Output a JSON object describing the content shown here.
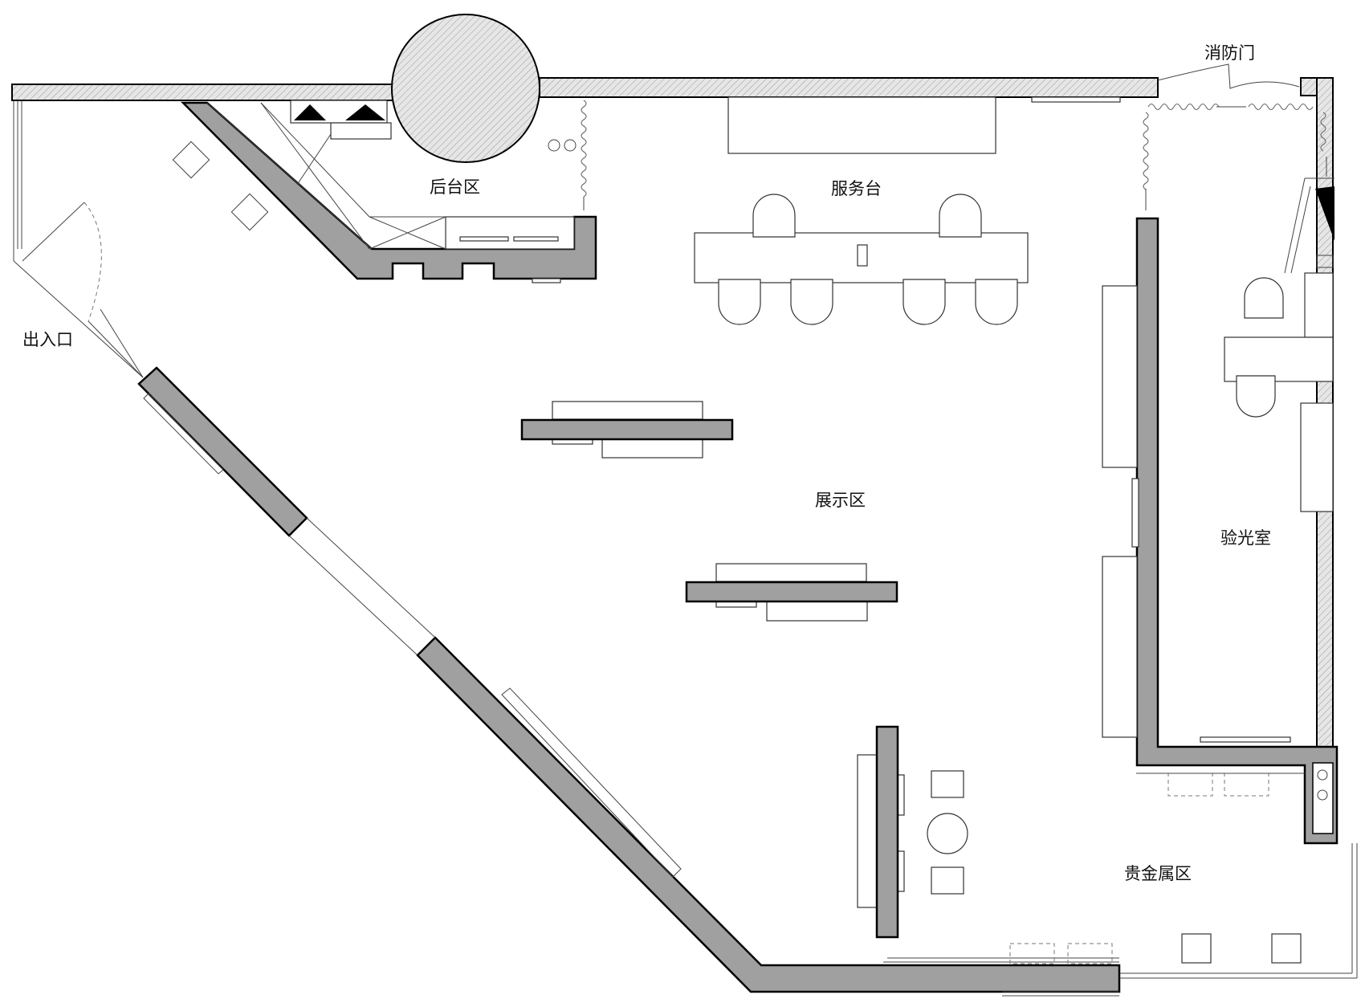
{
  "labels": {
    "backstage": "后台区",
    "service_desk": "服务台",
    "fire_door": "消防门",
    "entrance": "出入口",
    "display_area": "展示区",
    "optometry_room": "验光室",
    "precious_metals": "贵金属区"
  },
  "colors": {
    "wall_fill": "#a0a0a0",
    "line": "#000000",
    "background": "#ffffff"
  }
}
